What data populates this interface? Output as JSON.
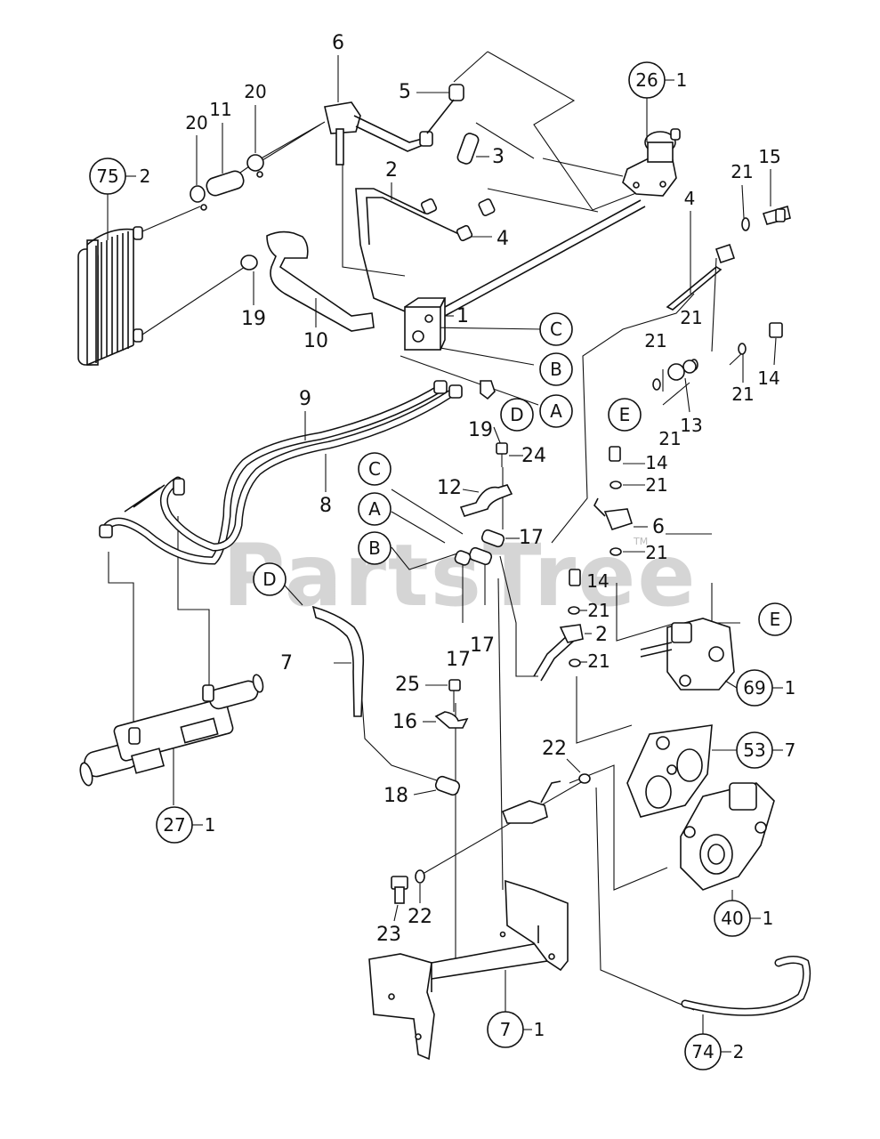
{
  "watermark": "PartsTree",
  "trademark": "TM",
  "callouts": [
    {
      "id": "c-75-2",
      "num": "75",
      "suffix": "2"
    },
    {
      "id": "c-26-1",
      "num": "26",
      "suffix": "1"
    },
    {
      "id": "c-27-1",
      "num": "27",
      "suffix": "1"
    },
    {
      "id": "c-69-1",
      "num": "69",
      "suffix": "1"
    },
    {
      "id": "c-53-7",
      "num": "53",
      "suffix": "7"
    },
    {
      "id": "c-40-1",
      "num": "40",
      "suffix": "1"
    },
    {
      "id": "c-7-1",
      "num": "7",
      "suffix": "1"
    },
    {
      "id": "c-74-2",
      "num": "74",
      "suffix": "2"
    }
  ],
  "letters": {
    "C1": "C",
    "B1": "B",
    "A1": "A",
    "D1": "D",
    "E1": "E",
    "C2": "C",
    "A2": "A",
    "B2": "B",
    "D2": "D",
    "E2": "E"
  },
  "labels": {
    "l6a": "6",
    "l5": "5",
    "l3": "3",
    "l2a": "2",
    "l4a": "4",
    "l20a": "20",
    "l11": "11",
    "l20b": "20",
    "l19a": "19",
    "l10": "10",
    "l1": "1",
    "l9": "9",
    "l8": "8",
    "l19b": "19",
    "l24": "24",
    "l12": "12",
    "l17a": "17",
    "l17b": "17",
    "l17c": "17",
    "l7": "7",
    "l25": "25",
    "l16": "16",
    "l18": "18",
    "l23": "23",
    "l22a": "22",
    "l22b": "22",
    "l21a": "21",
    "l15": "15",
    "l4b": "4",
    "l21b": "21",
    "l21c": "21",
    "l21d": "21",
    "l21e": "21",
    "l14a": "14",
    "l13": "13",
    "l14b": "14",
    "l21f": "21",
    "l6b": "6",
    "l21g": "21",
    "l14c": "14",
    "l21h": "21",
    "l2b": "2",
    "l21i": "21"
  }
}
